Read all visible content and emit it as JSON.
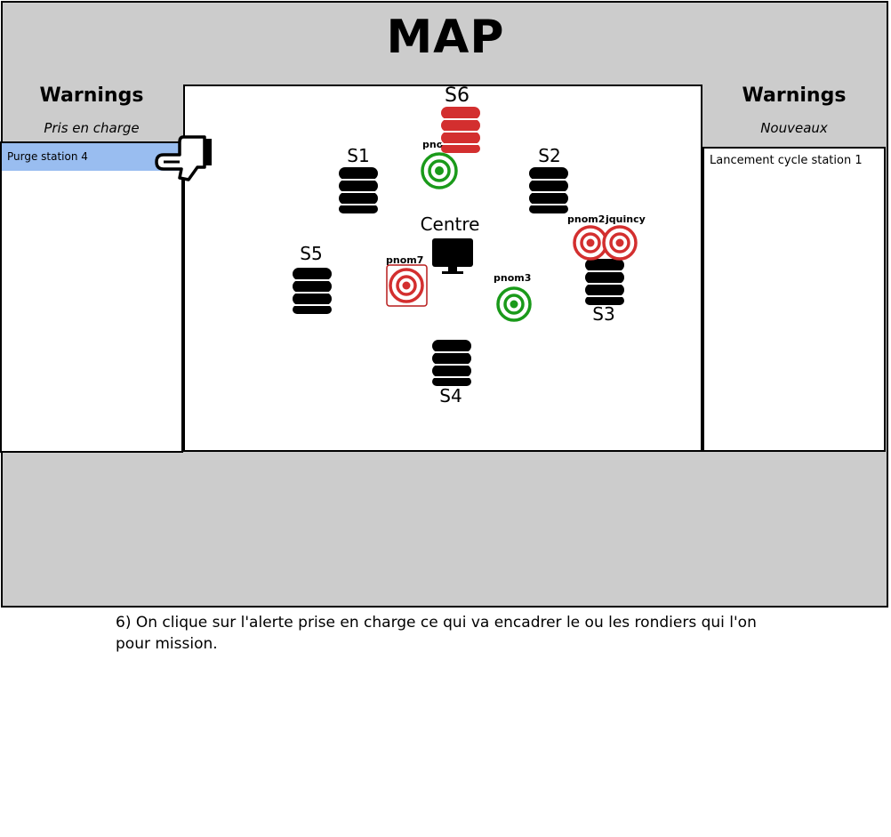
{
  "title": "MAP",
  "left_panel": {
    "heading": "Warnings",
    "subheading": "Pris en charge",
    "items": [
      "Purge station 4"
    ]
  },
  "right_panel": {
    "heading": "Warnings",
    "subheading": "Nouveaux",
    "items": [
      "Lancement cycle station 1"
    ]
  },
  "map": {
    "center_label": "Centre",
    "stations": [
      {
        "id": "S1",
        "label": "S1",
        "color": "#000000"
      },
      {
        "id": "S2",
        "label": "S2",
        "color": "#000000"
      },
      {
        "id": "S3",
        "label": "S3",
        "color": "#000000"
      },
      {
        "id": "S4",
        "label": "S4",
        "color": "#000000"
      },
      {
        "id": "S5",
        "label": "S5",
        "color": "#000000"
      },
      {
        "id": "S6",
        "label": "S6",
        "color": "#d32f2f"
      }
    ],
    "patrollers": [
      {
        "label": "pnom",
        "color": "#1a9a1a"
      },
      {
        "label": "pnom2",
        "color": "#d32f2f"
      },
      {
        "label": "jquincy",
        "color": "#d32f2f"
      },
      {
        "label": "pnom3",
        "color": "#1a9a1a"
      },
      {
        "label": "pnom7",
        "color": "#d32f2f",
        "framed": true
      }
    ]
  },
  "caption": "6) On clique sur l'alerte prise en charge ce qui va encadrer le ou les rondiers qui l'on pour mission."
}
